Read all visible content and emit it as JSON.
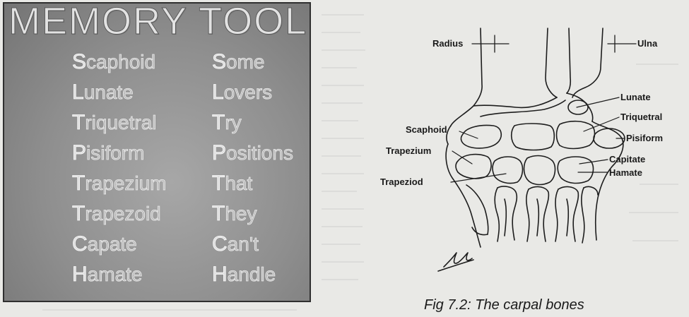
{
  "memory_tool": {
    "title": "MEMORY TOOL:",
    "rows": [
      {
        "bone_first": "S",
        "bone_rest": "caphoid",
        "word_first": "S",
        "word_rest": "ome"
      },
      {
        "bone_first": "L",
        "bone_rest": "unate",
        "word_first": "L",
        "word_rest": "overs"
      },
      {
        "bone_first": "T",
        "bone_rest": "riquetral",
        "word_first": "T",
        "word_rest": "ry"
      },
      {
        "bone_first": "P",
        "bone_rest": "isiform",
        "word_first": "P",
        "word_rest": "ositions"
      },
      {
        "bone_first": "T",
        "bone_rest": "rapezium",
        "word_first": "T",
        "word_rest": "hat"
      },
      {
        "bone_first": "T",
        "bone_rest": "rapezoid",
        "word_first": "T",
        "word_rest": "hey"
      },
      {
        "bone_first": "C",
        "bone_rest": "apate",
        "word_first": "C",
        "word_rest": "an't"
      },
      {
        "bone_first": "H",
        "bone_rest": "amate",
        "word_first": "H",
        "word_rest": "andle"
      }
    ]
  },
  "diagram": {
    "labels": {
      "radius": "Radius",
      "ulna": "Ulna",
      "lunate": "Lunate",
      "triquetral": "Triquetral",
      "scaphoid": "Scaphoid",
      "pisiform": "Pisiform",
      "trapezium": "Trapezium",
      "capitate": "Capitate",
      "hamate": "Hamate",
      "trapeziod": "Trapeziod"
    },
    "caption": "Fig 7.2: The carpal bones"
  }
}
